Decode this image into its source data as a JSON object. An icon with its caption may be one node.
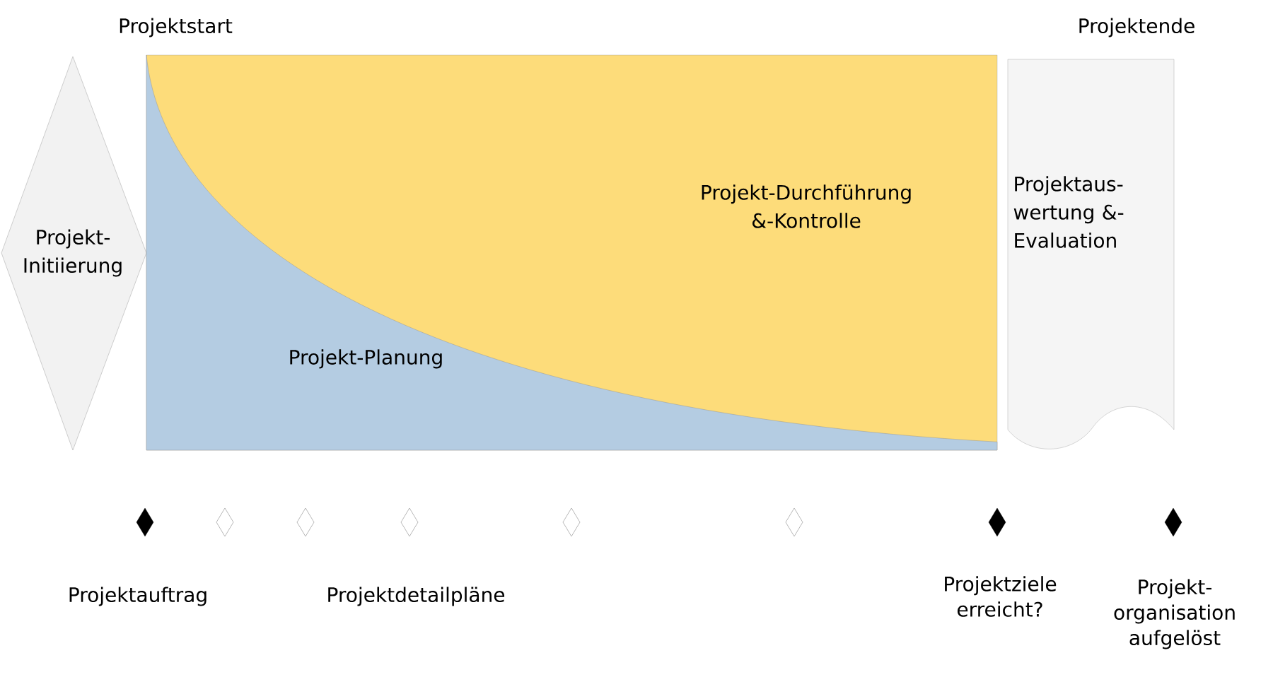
{
  "diagram": {
    "nodes": [
      {
        "text": [
          "Projekt- Initiierung"
        ]
      },
      {
        "text": [
          "Projekt-Durchführung &-Kontrolle"
        ]
      },
      {
        "text": [
          "Projekt-Planung"
        ],
        "in": 1
      },
      {
        "text": [
          "Projektaus- wertung &-Evaluation"
        ]
      }
    ],
    "labels": [
      "Projektstart",
      "Projektende",
      "Projektauftrag",
      "Projektdetailpläne",
      "Projektziele erreicht?",
      "Projekt- organisation aufgelöst"
    ]
  }
}
